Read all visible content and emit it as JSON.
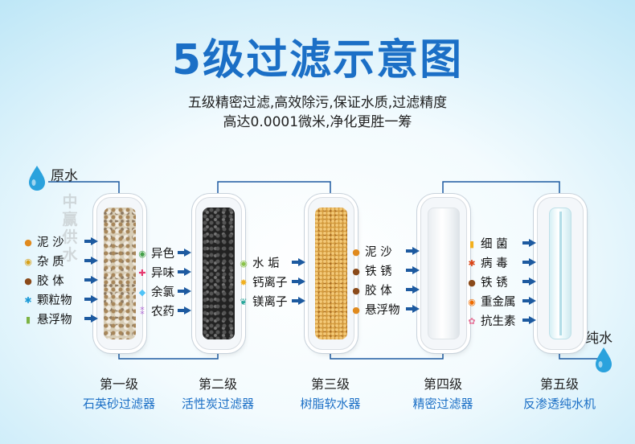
{
  "title": "5级过滤示意图",
  "subtitle_line1": "五级精密过滤,高效除污,保证水质,过滤精度",
  "subtitle_line2": "高达0.0001微米,净化更胜一筹",
  "inlet_label": "原水",
  "outlet_label": "纯水",
  "watermark": [
    "中",
    "赢",
    "供",
    "水"
  ],
  "colors": {
    "title": "#1b6fc6",
    "stage_name": "#1b6fc6",
    "pipe": "#1d5aa0",
    "arrow": "#1d5aa0",
    "water_drop": "#2aa2dd"
  },
  "stages": [
    {
      "title": "第一级",
      "name": "石英砂过滤器",
      "media": "quartz-sand",
      "items": [
        {
          "icon": "sand-icon",
          "glyph": "●",
          "color": "#e08a1e",
          "label": "泥 沙"
        },
        {
          "icon": "impurity-icon",
          "glyph": "◉",
          "color": "#d7a11a",
          "label": "杂 质"
        },
        {
          "icon": "colloid-icon",
          "glyph": "●",
          "color": "#8a4a1a",
          "label": "胶 体"
        },
        {
          "icon": "particle-icon",
          "glyph": "✱",
          "color": "#1a9ad7",
          "label": "颗粒物"
        },
        {
          "icon": "suspended-matter-icon",
          "glyph": "▮",
          "color": "#7cb342",
          "label": "悬浮物"
        }
      ]
    },
    {
      "title": "第二级",
      "name": "活性炭过滤器",
      "media": "activated-carbon",
      "items": [
        {
          "icon": "color-icon",
          "glyph": "◉",
          "color": "#43a047",
          "label": "异色"
        },
        {
          "icon": "odor-icon",
          "glyph": "✚",
          "color": "#e53970",
          "label": "异味"
        },
        {
          "icon": "chlorine-icon",
          "glyph": "◆",
          "color": "#4fc3f7",
          "label": "余氯"
        },
        {
          "icon": "pesticide-icon",
          "glyph": "⁑",
          "color": "#b36ad6",
          "label": "农药"
        }
      ]
    },
    {
      "title": "第三级",
      "name": "树脂软水器",
      "media": "resin",
      "items": [
        {
          "icon": "scale-icon",
          "glyph": "◉",
          "color": "#8bc34a",
          "label": "水 垢"
        },
        {
          "icon": "calcium-ion-icon",
          "glyph": "✸",
          "color": "#f2b01e",
          "label": "钙离子"
        },
        {
          "icon": "magnesium-ion-icon",
          "glyph": "❦",
          "color": "#26a69a",
          "label": "镁离子"
        }
      ]
    },
    {
      "title": "第四级",
      "name": "精密过滤器",
      "media": "pp-cotton",
      "items": [
        {
          "icon": "sand-icon",
          "glyph": "●",
          "color": "#e08a1e",
          "label": "泥 沙"
        },
        {
          "icon": "rust-icon",
          "glyph": "●",
          "color": "#8a4a1a",
          "label": "铁 锈"
        },
        {
          "icon": "colloid-icon",
          "glyph": "●",
          "color": "#8a4a1a",
          "label": "胶 体"
        },
        {
          "icon": "suspended-matter-icon",
          "glyph": "●",
          "color": "#e08a1e",
          "label": "悬浮物"
        }
      ]
    },
    {
      "title": "第五级",
      "name": "反渗透纯水机",
      "media": "ro-membrane",
      "items": [
        {
          "icon": "bacteria-icon",
          "glyph": "▮",
          "color": "#f2b01e",
          "label": "细 菌"
        },
        {
          "icon": "virus-icon",
          "glyph": "✱",
          "color": "#d84315",
          "label": "病 毒"
        },
        {
          "icon": "rust-icon",
          "glyph": "●",
          "color": "#8a4a1a",
          "label": "铁 锈"
        },
        {
          "icon": "heavy-metal-icon",
          "glyph": "◉",
          "color": "#ef6c00",
          "label": "重金属"
        },
        {
          "icon": "antibiotic-icon",
          "glyph": "✿",
          "color": "#e57399",
          "label": "抗生素"
        }
      ]
    }
  ]
}
